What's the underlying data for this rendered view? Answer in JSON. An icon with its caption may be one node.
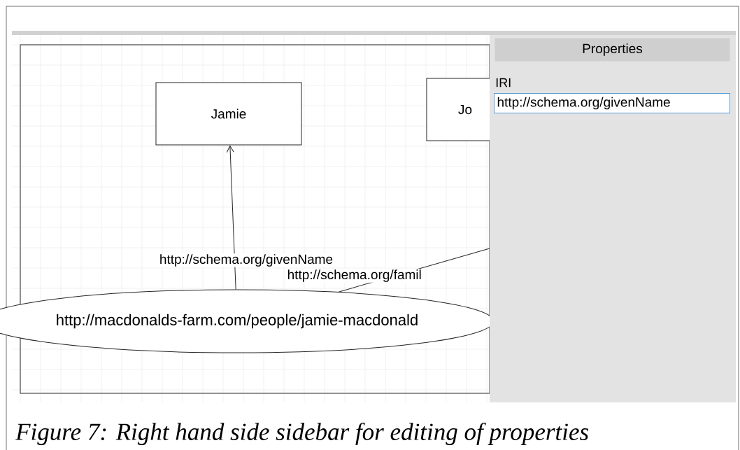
{
  "diagram": {
    "caption": "Figure 7: Right hand side sidebar for editing of properties",
    "nodes": [
      {
        "text": [
          "Jamie"
        ]
      },
      {
        "text": [
          "Jo"
        ]
      },
      {
        "text": [
          "http://macdonalds-farm.com/people/jamie-macdonald"
        ]
      }
    ],
    "edges": [
      {
        "from": 2,
        "to": 0,
        "arrow": "to",
        "label": "http://schema.org/givenName"
      },
      {
        "from": 2,
        "to": null,
        "arrow": "none",
        "label": "http://schema.org/famil"
      }
    ],
    "labels": [
      "Properties",
      "IRI",
      "http://schema.org/givenName"
    ]
  }
}
